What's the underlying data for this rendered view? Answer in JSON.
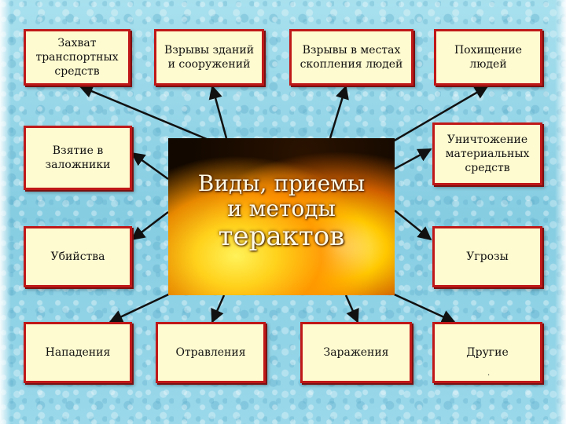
{
  "center": {
    "line1": "Виды, приемы",
    "line2": "и методы",
    "line3": "терактов"
  },
  "boxes": {
    "b1": "Захват транспортных средств",
    "b2": "Взрывы зданий и сооружений",
    "b3": "Взрывы в местах скопления людей",
    "b4": "Похищение людей",
    "b5": "Взятие в заложники",
    "b6": "Уничтожение материальных средств",
    "b7": "Убийства",
    "b8": "Угрозы",
    "b9": "Нападения",
    "b10": "Отравления",
    "b11": "Заражения",
    "b12": "Другие"
  },
  "footnote": ".",
  "colors": {
    "box_border": "#c01818",
    "box_fill": "#fffbd0"
  }
}
